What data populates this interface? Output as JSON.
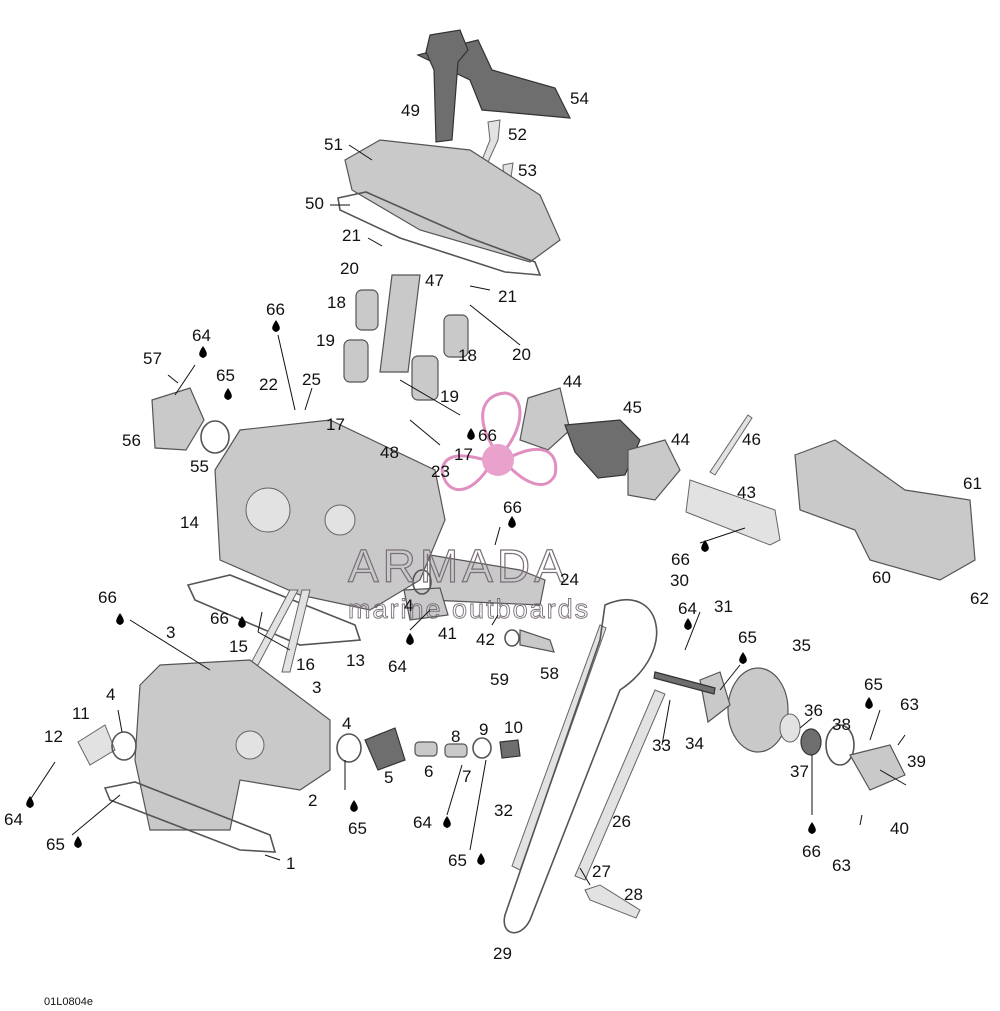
{
  "diagram": {
    "code": "01L0804e",
    "watermark": {
      "brand": "ARMADA",
      "tagline": "marine outboards",
      "accent": "#e08fc0"
    },
    "callouts": [
      {
        "id": "c54",
        "text": "54"
      },
      {
        "id": "c49",
        "text": "49"
      },
      {
        "id": "c52",
        "text": "52"
      },
      {
        "id": "c51",
        "text": "51"
      },
      {
        "id": "c53",
        "text": "53"
      },
      {
        "id": "c50",
        "text": "50"
      },
      {
        "id": "c21a",
        "text": "21"
      },
      {
        "id": "c20a",
        "text": "20"
      },
      {
        "id": "c47",
        "text": "47"
      },
      {
        "id": "c21b",
        "text": "21"
      },
      {
        "id": "c18a",
        "text": "18"
      },
      {
        "id": "c66a",
        "text": "66"
      },
      {
        "id": "c20b",
        "text": "20"
      },
      {
        "id": "c64a",
        "text": "64"
      },
      {
        "id": "c19a",
        "text": "19"
      },
      {
        "id": "c18b",
        "text": "18"
      },
      {
        "id": "c57",
        "text": "57"
      },
      {
        "id": "c65a",
        "text": "65"
      },
      {
        "id": "c22",
        "text": "22"
      },
      {
        "id": "c25",
        "text": "25"
      },
      {
        "id": "c44a",
        "text": "44"
      },
      {
        "id": "c19b",
        "text": "19"
      },
      {
        "id": "c45",
        "text": "45"
      },
      {
        "id": "c17a",
        "text": "17"
      },
      {
        "id": "c56",
        "text": "56"
      },
      {
        "id": "c55",
        "text": "55"
      },
      {
        "id": "c66b",
        "text": "66"
      },
      {
        "id": "c44b",
        "text": "44"
      },
      {
        "id": "c46",
        "text": "46"
      },
      {
        "id": "c48",
        "text": "48"
      },
      {
        "id": "c23",
        "text": "23"
      },
      {
        "id": "c17b",
        "text": "17"
      },
      {
        "id": "c61",
        "text": "61"
      },
      {
        "id": "c43",
        "text": "43"
      },
      {
        "id": "c66c",
        "text": "66"
      },
      {
        "id": "c14",
        "text": "14"
      },
      {
        "id": "c66d",
        "text": "66"
      },
      {
        "id": "c24",
        "text": "24"
      },
      {
        "id": "c30",
        "text": "30"
      },
      {
        "id": "c60",
        "text": "60"
      },
      {
        "id": "c62",
        "text": "62"
      },
      {
        "id": "c4a",
        "text": "4"
      },
      {
        "id": "c64b",
        "text": "64"
      },
      {
        "id": "c31",
        "text": "31"
      },
      {
        "id": "c66e",
        "text": "66"
      },
      {
        "id": "c66f",
        "text": "66"
      },
      {
        "id": "c3a",
        "text": "3"
      },
      {
        "id": "c15",
        "text": "15"
      },
      {
        "id": "c41",
        "text": "41"
      },
      {
        "id": "c42",
        "text": "42"
      },
      {
        "id": "c13",
        "text": "13"
      },
      {
        "id": "c65b",
        "text": "65"
      },
      {
        "id": "c35",
        "text": "35"
      },
      {
        "id": "c16",
        "text": "16"
      },
      {
        "id": "c64c",
        "text": "64"
      },
      {
        "id": "c59",
        "text": "59"
      },
      {
        "id": "c58",
        "text": "58"
      },
      {
        "id": "c3b",
        "text": "3"
      },
      {
        "id": "c65c",
        "text": "65"
      },
      {
        "id": "c63a",
        "text": "63"
      },
      {
        "id": "c4b",
        "text": "4"
      },
      {
        "id": "c11",
        "text": "11"
      },
      {
        "id": "c4c",
        "text": "4"
      },
      {
        "id": "c8",
        "text": "8"
      },
      {
        "id": "c9",
        "text": "9"
      },
      {
        "id": "c10",
        "text": "10"
      },
      {
        "id": "c33",
        "text": "33"
      },
      {
        "id": "c34",
        "text": "34"
      },
      {
        "id": "c36",
        "text": "36"
      },
      {
        "id": "c38",
        "text": "38"
      },
      {
        "id": "c39",
        "text": "39"
      },
      {
        "id": "c12",
        "text": "12"
      },
      {
        "id": "c5",
        "text": "5"
      },
      {
        "id": "c6",
        "text": "6"
      },
      {
        "id": "c7",
        "text": "7"
      },
      {
        "id": "c37",
        "text": "37"
      },
      {
        "id": "c2",
        "text": "2"
      },
      {
        "id": "c32",
        "text": "32"
      },
      {
        "id": "c64d",
        "text": "64"
      },
      {
        "id": "c65d",
        "text": "65"
      },
      {
        "id": "c64e",
        "text": "64"
      },
      {
        "id": "c26",
        "text": "26"
      },
      {
        "id": "c40",
        "text": "40"
      },
      {
        "id": "c65e",
        "text": "65"
      },
      {
        "id": "c66g",
        "text": "66"
      },
      {
        "id": "c63b",
        "text": "63"
      },
      {
        "id": "c65f",
        "text": "65"
      },
      {
        "id": "c1",
        "text": "1"
      },
      {
        "id": "c27",
        "text": "27"
      },
      {
        "id": "c28",
        "text": "28"
      },
      {
        "id": "c29",
        "text": "29"
      }
    ]
  }
}
